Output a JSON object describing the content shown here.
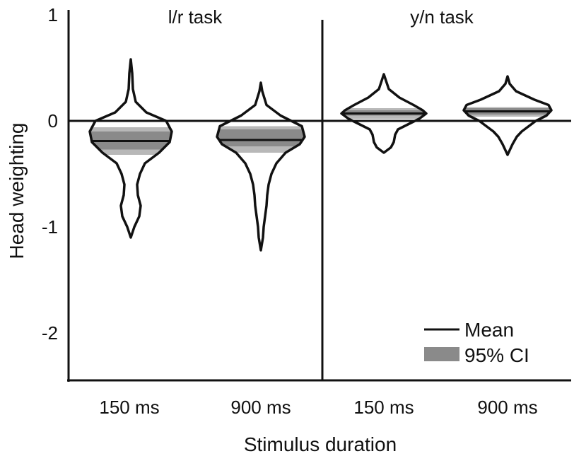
{
  "chart_data": {
    "type": "violin",
    "ylabel": "Head weighting",
    "xlabel": "Stimulus duration",
    "ylim": [
      -2.5,
      1
    ],
    "yticks": [
      {
        "value": 1,
        "label": "1"
      },
      {
        "value": 0,
        "label": "0"
      },
      {
        "value": -1,
        "label": "-1"
      },
      {
        "value": -2,
        "label": "-2"
      }
    ],
    "reference_line": 0,
    "panels": [
      {
        "title": "l/r task"
      },
      {
        "title": "y/n task"
      }
    ],
    "groups": [
      {
        "panel": 0,
        "category": "150 ms",
        "mean": -0.19,
        "ci": [
          -0.32,
          -0.06
        ],
        "ci_light": [
          -0.32,
          -0.06
        ],
        "ci_dark": [
          -0.27,
          -0.1
        ],
        "outline": [
          [
            0.58,
            0
          ],
          [
            0.45,
            2
          ],
          [
            0.3,
            3
          ],
          [
            0.18,
            7
          ],
          [
            0.08,
            22
          ],
          [
            0.0,
            50
          ],
          [
            -0.1,
            58
          ],
          [
            -0.2,
            55
          ],
          [
            -0.3,
            40
          ],
          [
            -0.4,
            20
          ],
          [
            -0.5,
            13
          ],
          [
            -0.6,
            9
          ],
          [
            -0.7,
            10
          ],
          [
            -0.8,
            14
          ],
          [
            -0.9,
            12
          ],
          [
            -1.0,
            5
          ],
          [
            -1.1,
            0
          ]
        ]
      },
      {
        "panel": 0,
        "category": "900 ms",
        "mean": -0.18,
        "ci": [
          -0.3,
          -0.05
        ],
        "ci_light": [
          -0.3,
          -0.05
        ],
        "ci_dark": [
          -0.24,
          -0.08
        ],
        "outline": [
          [
            0.36,
            0
          ],
          [
            0.28,
            2
          ],
          [
            0.15,
            8
          ],
          [
            0.05,
            28
          ],
          [
            -0.05,
            58
          ],
          [
            -0.15,
            62
          ],
          [
            -0.22,
            55
          ],
          [
            -0.3,
            35
          ],
          [
            -0.4,
            22
          ],
          [
            -0.5,
            15
          ],
          [
            -0.6,
            11
          ],
          [
            -0.7,
            9
          ],
          [
            -0.8,
            8
          ],
          [
            -0.9,
            6
          ],
          [
            -1.0,
            4
          ],
          [
            -1.1,
            3
          ],
          [
            -1.22,
            0
          ]
        ]
      },
      {
        "panel": 1,
        "category": "150 ms",
        "mean": 0.07,
        "ci": [
          0.02,
          0.12
        ],
        "ci_light": [
          0.02,
          0.12
        ],
        "ci_dark": [
          0.05,
          0.1
        ],
        "outline": [
          [
            0.44,
            0
          ],
          [
            0.38,
            3
          ],
          [
            0.3,
            7
          ],
          [
            0.22,
            22
          ],
          [
            0.15,
            42
          ],
          [
            0.1,
            55
          ],
          [
            0.07,
            60
          ],
          [
            0.02,
            50
          ],
          [
            -0.03,
            35
          ],
          [
            -0.08,
            20
          ],
          [
            -0.13,
            16
          ],
          [
            -0.2,
            14
          ],
          [
            -0.25,
            10
          ],
          [
            -0.3,
            0
          ]
        ]
      },
      {
        "panel": 1,
        "category": "900 ms",
        "mean": 0.09,
        "ci": [
          0.04,
          0.13
        ],
        "ci_light": [
          0.04,
          0.13
        ],
        "ci_dark": [
          0.06,
          0.12
        ],
        "outline": [
          [
            0.42,
            0
          ],
          [
            0.35,
            3
          ],
          [
            0.28,
            12
          ],
          [
            0.2,
            38
          ],
          [
            0.15,
            58
          ],
          [
            0.1,
            62
          ],
          [
            0.05,
            55
          ],
          [
            0.0,
            40
          ],
          [
            -0.05,
            30
          ],
          [
            -0.1,
            20
          ],
          [
            -0.15,
            13
          ],
          [
            -0.22,
            7
          ],
          [
            -0.32,
            0
          ]
        ]
      }
    ],
    "legend": {
      "position": "bottom-right",
      "items": [
        {
          "label": "Mean",
          "kind": "line",
          "color": "#111111"
        },
        {
          "label": "95% CI",
          "kind": "patch",
          "color": "#8a8a8a"
        }
      ]
    },
    "colors": {
      "outline": "#111111",
      "ci_light": "#b8b8b8",
      "ci_dark": "#8a8a8a",
      "axis": "#111111"
    }
  }
}
